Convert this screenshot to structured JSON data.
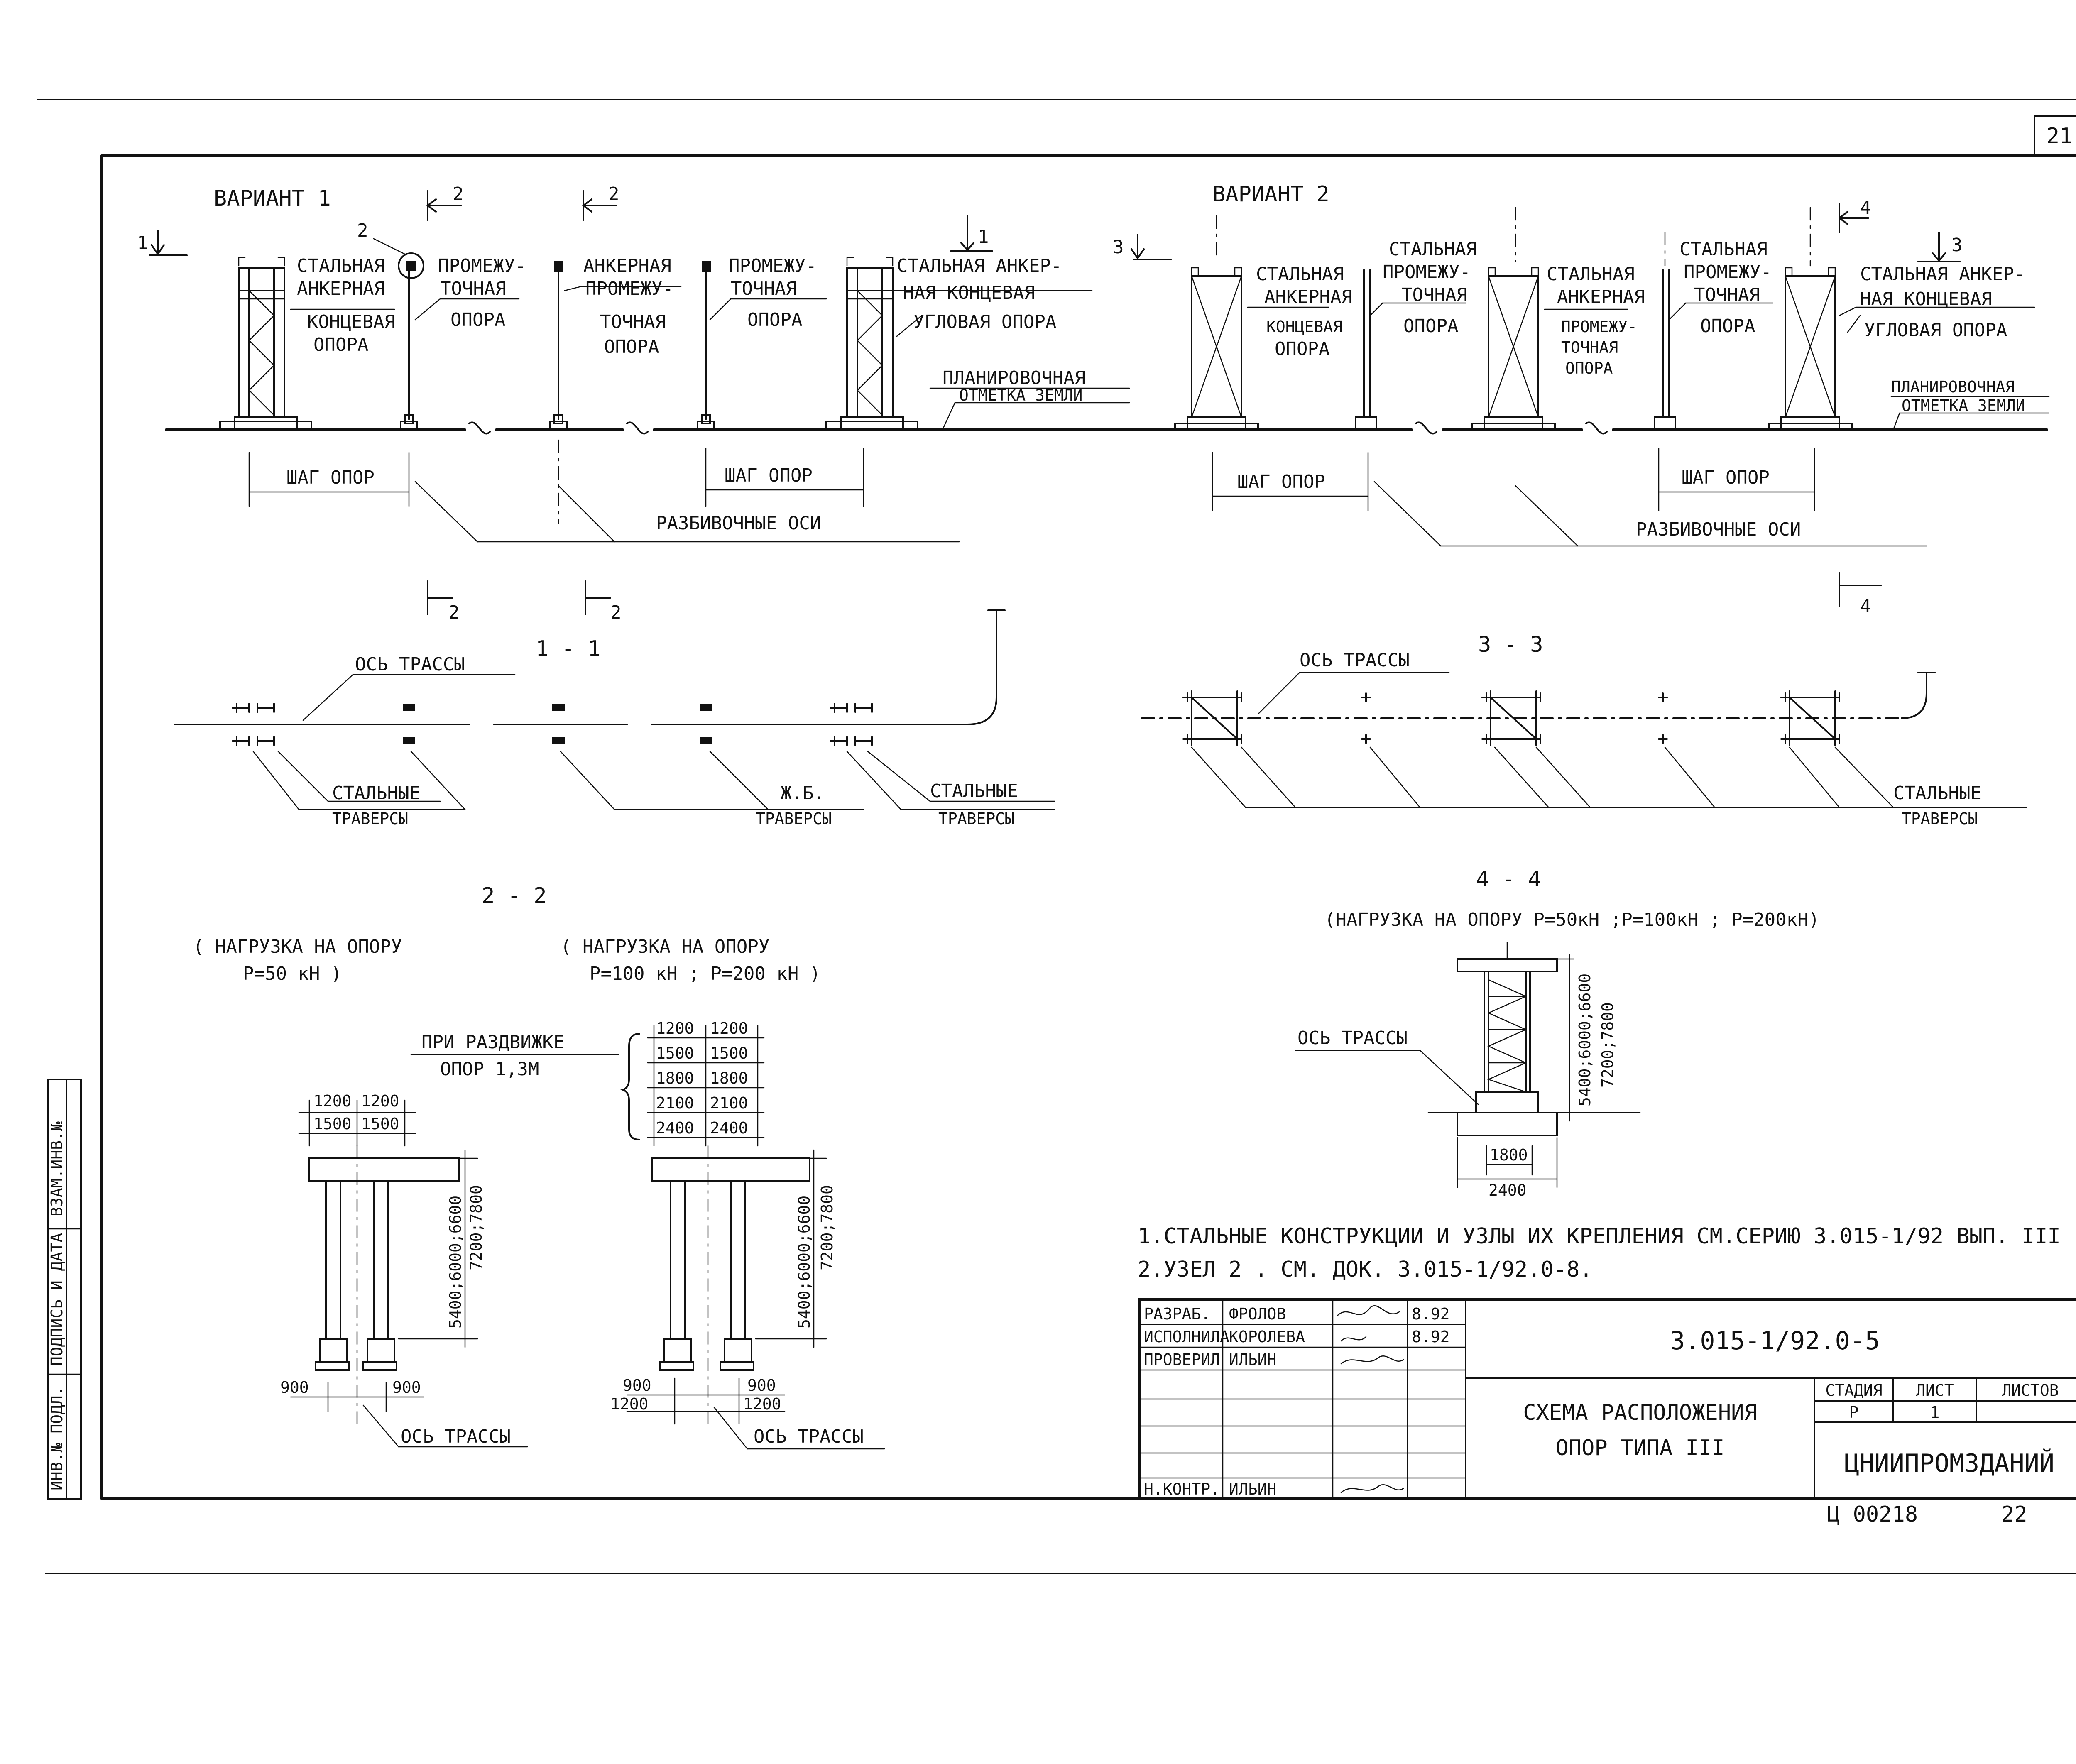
{
  "sheet_number": "21",
  "variant1": {
    "title": "ВАРИАНТ 1",
    "section_1_mark": "1",
    "section_2_mark": "2",
    "node_mark": "2",
    "cut_1_mark": "1",
    "steel_anchor_end": [
      "СТАЛЬНАЯ",
      "АНКЕРНАЯ",
      "КОНЦЕВАЯ",
      "ОПОРА"
    ],
    "intermediate": [
      "ПРОМЕЖУ-",
      "ТОЧНАЯ",
      "ОПОРА"
    ],
    "anchor_intermediate": [
      "АНКЕРНАЯ",
      "ПРОМЕЖУ-",
      "ТОЧНАЯ",
      "ОПОРА"
    ],
    "intermediate2": [
      "ПРОМЕЖУ-",
      "ТОЧНАЯ",
      "ОПОРА"
    ],
    "steel_anchor_corner": [
      "СТАЛЬНАЯ АНКЕР-",
      "НАЯ КОНЦЕВАЯ",
      "УГЛОВАЯ ОПОРА"
    ],
    "grade": [
      "ПЛАНИРОВОЧНАЯ",
      "ОТМЕТКА ЗЕМЛИ"
    ],
    "step1": "ШАГ ОПОР",
    "step2": "ШАГ ОПОР",
    "axes": "РАЗБИВОЧНЫЕ ОСИ"
  },
  "variant2": {
    "title": "ВАРИАНТ 2",
    "section_3_mark": "3",
    "cut_4_mark": "4",
    "cut_3_mark": "3",
    "steel_anchor_end": [
      "СТАЛЬНАЯ",
      "АНКЕРНАЯ",
      "КОНЦЕВАЯ",
      "ОПОРА"
    ],
    "steel_intermediate": [
      "СТАЛЬНАЯ",
      "ПРОМЕЖУ-",
      "ТОЧНАЯ",
      "ОПОРА"
    ],
    "steel_anchor_intermediate": [
      "СТАЛЬНАЯ",
      "АНКЕРНАЯ",
      "ПРОМЕЖУ-",
      "ТОЧНАЯ",
      "ОПОРА"
    ],
    "steel_intermediate2": [
      "СТАЛЬНАЯ",
      "ПРОМЕЖУ-",
      "ТОЧНАЯ",
      "ОПОРА"
    ],
    "steel_anchor_corner": [
      "СТАЛЬНАЯ АНКЕР-",
      "НАЯ КОНЦЕВАЯ",
      "УГЛОВАЯ ОПОРА"
    ],
    "grade": [
      "ПЛАНИРОВОЧНАЯ",
      "ОТМЕТКА ЗЕМЛИ"
    ],
    "step1": "ШАГ ОПОР",
    "step2": "ШАГ ОПОР",
    "axes": "РАЗБИВОЧНЫЕ ОСИ"
  },
  "plan1": {
    "title": "1 - 1",
    "cut_mark": "2",
    "axis_label": "ОСЬ ТРАССЫ",
    "steel_trav": [
      "СТАЛЬНЫЕ",
      "ТРАВЕРСЫ"
    ],
    "rc_trav": [
      "Ж.Б.",
      "ТРАВЕРСЫ"
    ],
    "steel_trav2": [
      "СТАЛЬНЫЕ",
      "ТРАВЕРСЫ"
    ]
  },
  "plan3": {
    "title": "3 - 3",
    "cut_mark": "4",
    "axis_label": "ОСЬ ТРАССЫ",
    "steel_trav": [
      "СТАЛЬНЫЕ",
      "ТРАВЕРСЫ"
    ]
  },
  "sec22": {
    "title": "2 - 2",
    "load_a": [
      "( НАГРУЗКА НА ОПОРУ",
      "P=50 кН )"
    ],
    "load_b": [
      "( НАГРУЗКА НА ОПОРУ",
      "P=100 кН ; P=200 кН )"
    ],
    "spread_note": [
      "ПРИ РАЗДВИЖКЕ",
      "ОПОР 1,3М"
    ],
    "dims_a_top": [
      "1200",
      "1200"
    ],
    "dims_a_mid": [
      "1500",
      "1500"
    ],
    "dims_b_rows": [
      [
        "1200",
        "1200"
      ],
      [
        "1500",
        "1500"
      ],
      [
        "1800",
        "1800"
      ],
      [
        "2100",
        "2100"
      ],
      [
        "2400",
        "2400"
      ]
    ],
    "height_a": [
      "5400;6000;6600",
      "7200;7800"
    ],
    "height_b": [
      "5400;6000;6600",
      "7200;7800"
    ],
    "base_a": [
      "900",
      "900"
    ],
    "base_b": [
      "900",
      "900",
      "1200",
      "1200"
    ],
    "axis_a": "ОСЬ ТРАССЫ",
    "axis_b": "ОСЬ ТРАССЫ"
  },
  "sec44": {
    "title": "4 - 4",
    "load": "(НАГРУЗКА НА ОПОРУ P=50кН ;P=100кН ; P=200кН)",
    "axis_label": "ОСЬ ТРАССЫ",
    "height": [
      "5400;6000;6600",
      "7200;7800"
    ],
    "base": [
      "1800",
      "2400"
    ]
  },
  "notes": [
    "1.СТАЛЬНЫЕ КОНСТРУКЦИИ И УЗЛЫ ИХ КРЕПЛЕНИЯ СМ.СЕРИЮ 3.015-1/92 ВЫП. III .",
    "2.УЗЕЛ 2 . СМ. ДОК. 3.015-1/92.0-8."
  ],
  "stamp": {
    "code": "3.015-1/92.0-5",
    "rows": [
      [
        "РАЗРАБ.",
        "ФРОЛОВ",
        "8.92"
      ],
      [
        "ИСПОЛНИЛА",
        "КОРОЛЕВА",
        "8.92"
      ],
      [
        "ПРОВЕРИЛ",
        "ИЛЬИН",
        ""
      ],
      [
        "",
        "",
        ""
      ],
      [
        "",
        "",
        ""
      ],
      [
        "",
        "",
        ""
      ],
      [
        "Н.КОНТР.",
        "ИЛЬИН",
        ""
      ]
    ],
    "title": [
      "СХЕМА РАСПОЛОЖЕНИЯ",
      "ОПОР ТИПА III"
    ],
    "stage_hdr": "СТАДИЯ",
    "sheet_hdr": "ЛИСТ",
    "sheets_hdr": "ЛИСТОВ",
    "stage": "Р",
    "sheet": "1",
    "org": "ЦНИИПРОМЗДАНИЙ",
    "archive": "Ц 00218",
    "page": "22"
  },
  "side_stamp": [
    "ВЗАМ.ИНВ.№",
    "ПОДПИСЬ И ДАТА",
    "ИНВ.№ ПОДЛ."
  ]
}
